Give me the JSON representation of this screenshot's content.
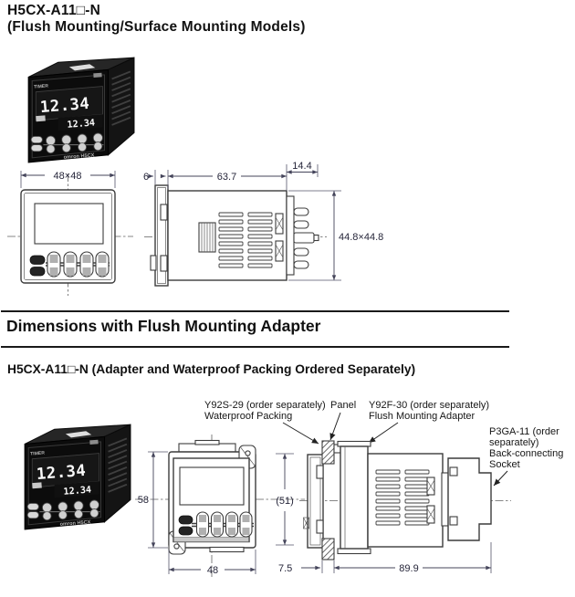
{
  "header": {
    "title": "H5CX-A11□-N",
    "subtitle": "(Flush Mounting/Surface Mounting Models)"
  },
  "adapter_section": {
    "heading": "Dimensions with Flush Mounting Adapter",
    "subtitle": "H5CX-A11□-N (Adapter and Waterproof Packing Ordered Separately)"
  },
  "device": {
    "panel_label": "TIMER",
    "display_main": "12.34",
    "display_sub": "12.34",
    "brand_line": "omron H5CX"
  },
  "drawing1": {
    "dim_front": "48×48",
    "dim_bezel_depth": "6",
    "dim_body_depth": "63.7",
    "dim_pin_depth": "14.4",
    "dim_body_size": "44.8×44.8"
  },
  "drawing2": {
    "dim_adapter_height": "58",
    "dim_width": "48",
    "dim_panel_height": "(51)",
    "dim_panel_gap": "7.5",
    "dim_total_depth": "89.9",
    "callouts": {
      "packing_line1": "Y92S-29 (order separately)",
      "packing_line2": "Waterproof Packing",
      "panel": "Panel",
      "adapter_line1": "Y92F-30 (order separately)",
      "adapter_line2": "Flush Mounting Adapter",
      "socket_line1": "P3GA-11 (order",
      "socket_line2": "separately)",
      "socket_line3": "Back-connecting",
      "socket_line4": "Socket"
    }
  }
}
